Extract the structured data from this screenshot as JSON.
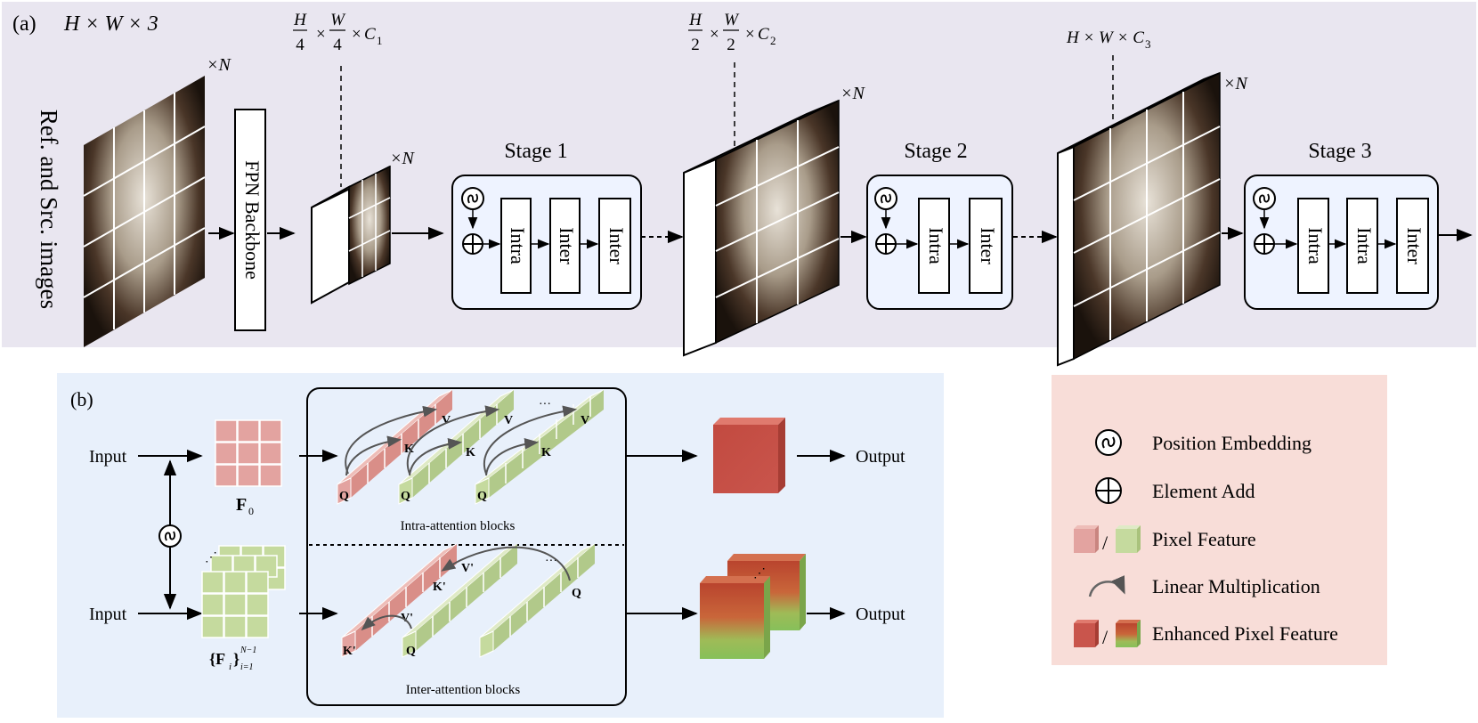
{
  "panel_a": {
    "label": "(a)",
    "input_dim": "H × W × 3",
    "side_label": "Ref. and Src. images",
    "backbone_label": "FPN Backbone",
    "feature_dims": {
      "c1": {
        "h": "H",
        "hd": "4",
        "w": "W",
        "wd": "4",
        "c": "C",
        "sub": "1"
      },
      "c2": {
        "h": "H",
        "hd": "2",
        "w": "W",
        "wd": "2",
        "c": "C",
        "sub": "2"
      },
      "c3": {
        "text": "H × W × C",
        "sub": "3"
      }
    },
    "repeat_label": "×N",
    "stages": [
      {
        "title": "Stage 1",
        "blocks": [
          "Intra",
          "Inter",
          "Inter"
        ]
      },
      {
        "title": "Stage 2",
        "blocks": [
          "Intra",
          "Inter"
        ]
      },
      {
        "title": "Stage 3",
        "blocks": [
          "Intra",
          "Intra",
          "Inter"
        ]
      }
    ]
  },
  "panel_b": {
    "label": "(b)",
    "input_top": "Input",
    "input_bottom": "Input",
    "output_top": "Output",
    "output_bottom": "Output",
    "f0_label": "F",
    "f0_sub": "0",
    "fi_label": "{F",
    "fi_sub": "i",
    "fi_close": "}",
    "fi_sub_range": "i=1",
    "fi_sup_range": "N−1",
    "intra_caption": "Intra-attention blocks",
    "inter_caption": "Inter-attention blocks",
    "ellipsis": "···",
    "token_labels": {
      "q": "Q",
      "k": "K",
      "v": "V",
      "k_prime": "K'",
      "v_prime": "V'"
    }
  },
  "legend": {
    "items": [
      {
        "icon": "position-embedding-icon",
        "label": "Position Embedding"
      },
      {
        "icon": "element-add-icon",
        "label": "Element Add"
      },
      {
        "icon": "pixel-feature-icon",
        "label": "Pixel Feature"
      },
      {
        "icon": "linear-multiplication-icon",
        "label": "Linear Multiplication"
      },
      {
        "icon": "enhanced-pixel-feature-icon",
        "label": "Enhanced Pixel Feature"
      }
    ],
    "separator": "/"
  },
  "colors": {
    "panel_a_bg": "#e9e6f0",
    "panel_b_bg": "#e8f0fb",
    "legend_bg": "#f8ddd8",
    "stage_fill": "#eef3ff",
    "pink": "#e3a3a0",
    "green": "#c5da9e",
    "enhanced_red": "#c9554c",
    "photo_dark": "#3a2a20"
  }
}
